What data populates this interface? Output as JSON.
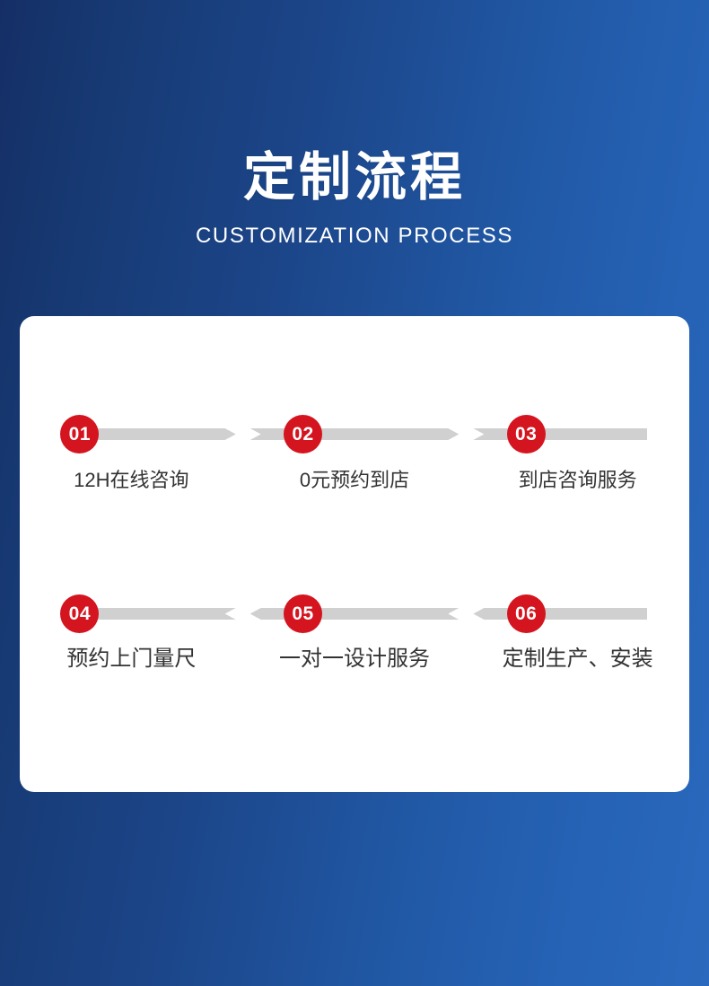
{
  "theme": {
    "bg_gradient_from": "#152f66",
    "bg_gradient_to": "#2a69bd",
    "card_bg": "#ffffff",
    "badge_color": "#d4141f",
    "track_color": "#d0d0d0",
    "label_color": "#333333",
    "heading_color": "#ffffff"
  },
  "header": {
    "title": "定制流程",
    "subtitle": "CUSTOMIZATION PROCESS"
  },
  "process": {
    "rows": [
      {
        "direction": "right",
        "steps": [
          {
            "number": "01",
            "label": "12H在线咨询"
          },
          {
            "number": "02",
            "label": "0元预约到店"
          },
          {
            "number": "03",
            "label": "到店咨询服务"
          }
        ]
      },
      {
        "direction": "left",
        "steps": [
          {
            "number": "04",
            "label": "预约上门量尺"
          },
          {
            "number": "05",
            "label": "一对一设计服务"
          },
          {
            "number": "06",
            "label": "定制生产、安装"
          }
        ]
      }
    ]
  }
}
